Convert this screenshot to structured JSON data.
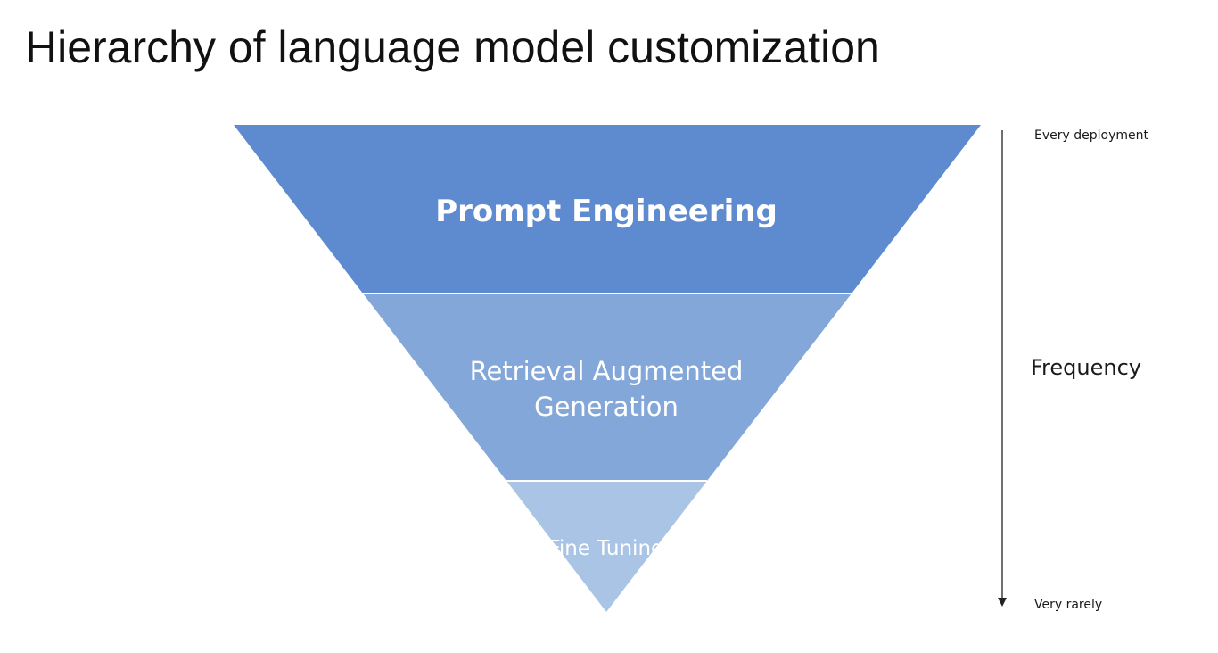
{
  "title": "Hierarchy of language model customization",
  "layers": [
    {
      "lines": [
        "Prompt Engineering"
      ],
      "color": "#5e8bd0"
    },
    {
      "lines": [
        "Retrieval Augmented",
        "Generation"
      ],
      "color": "#84a7da"
    },
    {
      "lines": [
        "Fine Tuning"
      ],
      "color": "#aac4e6"
    }
  ],
  "axis": {
    "top_label": "Every deployment",
    "middle_label": "Frequency",
    "bottom_label": "Very rarely"
  }
}
